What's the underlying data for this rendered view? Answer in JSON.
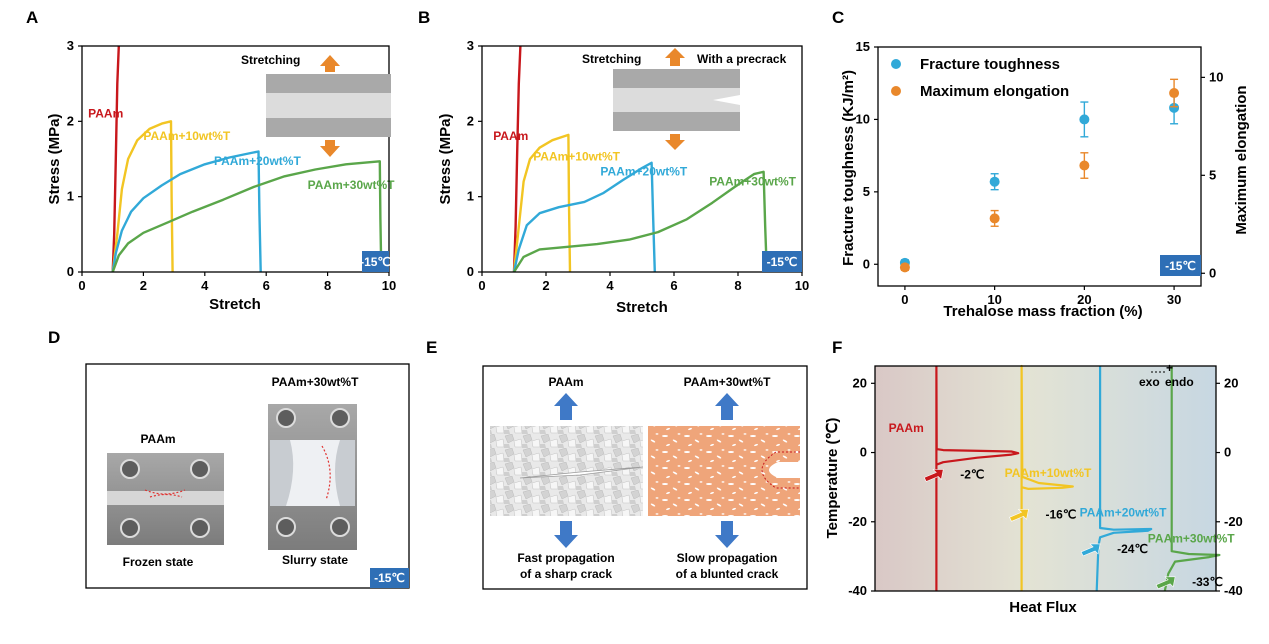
{
  "colors": {
    "paam": "#c8171c",
    "t10": "#f2c523",
    "t20": "#31a9d8",
    "t30": "#5aa64a",
    "badge": "#2e6fb6",
    "orange": "#e9882b",
    "arrow_blue": "#3f79c7"
  },
  "panels": {
    "A": "A",
    "B": "B",
    "C": "C",
    "D": "D",
    "E": "E",
    "F": "F"
  },
  "temp_badge": "-15℃",
  "panel_a": {
    "inset_label": "Stretching"
  },
  "panel_b": {
    "inset_label": "Stretching",
    "inset_label2": "With a precrack"
  },
  "panel_d": {
    "left_title": "PAAm",
    "right_title": "PAAm+30wt%T",
    "left_caption": "Frozen state",
    "right_caption": "Slurry state"
  },
  "panel_e": {
    "left_title": "PAAm",
    "right_title": "PAAm+30wt%T",
    "left_caption_1": "Fast propagation",
    "left_caption_2": "of a sharp crack",
    "right_caption_1": "Slow propagation",
    "right_caption_2": "of a blunted crack"
  },
  "chart_data": [
    {
      "id": "A",
      "type": "line",
      "xlabel": "Stretch",
      "ylabel": "Stress (MPa)",
      "xlim": [
        0,
        10
      ],
      "ylim": [
        0,
        3
      ],
      "xticks": [
        "0",
        "2",
        "4",
        "6",
        "8",
        "10"
      ],
      "yticks": [
        "0",
        "1",
        "2",
        "3"
      ],
      "series": [
        {
          "name": "PAAm",
          "color_key": "paam",
          "points": [
            [
              1.0,
              0
            ],
            [
              1.05,
              0.5
            ],
            [
              1.1,
              1.5
            ],
            [
              1.15,
              2.5
            ],
            [
              1.2,
              3.0
            ]
          ]
        },
        {
          "name": "PAAm+10wt%T",
          "color_key": "t10",
          "points": [
            [
              1.0,
              0
            ],
            [
              1.15,
              0.5
            ],
            [
              1.3,
              1.1
            ],
            [
              1.5,
              1.5
            ],
            [
              1.8,
              1.75
            ],
            [
              2.2,
              1.9
            ],
            [
              2.6,
              1.97
            ],
            [
              2.9,
              2.0
            ],
            [
              2.92,
              1.0
            ],
            [
              2.95,
              0
            ]
          ]
        },
        {
          "name": "PAAm+20wt%T",
          "color_key": "t20",
          "points": [
            [
              1.0,
              0
            ],
            [
              1.1,
              0.25
            ],
            [
              1.3,
              0.55
            ],
            [
              1.6,
              0.8
            ],
            [
              2.0,
              0.98
            ],
            [
              2.6,
              1.15
            ],
            [
              3.2,
              1.3
            ],
            [
              4.0,
              1.43
            ],
            [
              4.8,
              1.52
            ],
            [
              5.5,
              1.58
            ],
            [
              5.75,
              1.6
            ],
            [
              5.78,
              0.8
            ],
            [
              5.82,
              0
            ]
          ]
        },
        {
          "name": "PAAm+30wt%T",
          "color_key": "t30",
          "points": [
            [
              1.0,
              0
            ],
            [
              1.2,
              0.22
            ],
            [
              1.5,
              0.38
            ],
            [
              2.0,
              0.52
            ],
            [
              2.8,
              0.66
            ],
            [
              3.6,
              0.8
            ],
            [
              4.6,
              0.96
            ],
            [
              5.6,
              1.13
            ],
            [
              6.6,
              1.27
            ],
            [
              7.6,
              1.36
            ],
            [
              8.6,
              1.43
            ],
            [
              9.7,
              1.47
            ],
            [
              9.72,
              0.7
            ],
            [
              9.75,
              0
            ]
          ]
        }
      ],
      "labels": [
        {
          "text": "PAAm",
          "color_key": "paam",
          "x": 0.2,
          "y": 2.05
        },
        {
          "text": "PAAm+10wt%T",
          "color_key": "t10",
          "x": 2.0,
          "y": 1.75
        },
        {
          "text": "PAAm+20wt%T",
          "color_key": "t20",
          "x": 4.3,
          "y": 1.42
        },
        {
          "text": "PAAm+30wt%T",
          "color_key": "t30",
          "x": 7.35,
          "y": 1.1
        }
      ]
    },
    {
      "id": "B",
      "type": "line",
      "xlabel": "Stretch",
      "ylabel": "Stress (MPa)",
      "xlim": [
        0,
        10
      ],
      "ylim": [
        0,
        3
      ],
      "xticks": [
        "0",
        "2",
        "4",
        "6",
        "8",
        "10"
      ],
      "yticks": [
        "0",
        "1",
        "2",
        "3"
      ],
      "series": [
        {
          "name": "PAAm",
          "color_key": "paam",
          "points": [
            [
              1.0,
              0
            ],
            [
              1.05,
              0.6
            ],
            [
              1.1,
              1.6
            ],
            [
              1.15,
              2.5
            ],
            [
              1.2,
              3.0
            ]
          ]
        },
        {
          "name": "PAAm+10wt%T",
          "color_key": "t10",
          "points": [
            [
              1.0,
              0
            ],
            [
              1.15,
              0.6
            ],
            [
              1.3,
              1.2
            ],
            [
              1.5,
              1.5
            ],
            [
              1.8,
              1.65
            ],
            [
              2.2,
              1.75
            ],
            [
              2.7,
              1.82
            ],
            [
              2.72,
              0.9
            ],
            [
              2.75,
              0
            ]
          ]
        },
        {
          "name": "PAAm+20wt%T",
          "color_key": "t20",
          "points": [
            [
              1.0,
              0
            ],
            [
              1.15,
              0.3
            ],
            [
              1.4,
              0.62
            ],
            [
              1.8,
              0.78
            ],
            [
              2.4,
              0.86
            ],
            [
              3.2,
              0.93
            ],
            [
              3.8,
              1.05
            ],
            [
              4.4,
              1.22
            ],
            [
              5.0,
              1.38
            ],
            [
              5.3,
              1.45
            ],
            [
              5.35,
              0.7
            ],
            [
              5.4,
              0
            ]
          ]
        },
        {
          "name": "PAAm+30wt%T",
          "color_key": "t30",
          "points": [
            [
              1.0,
              0
            ],
            [
              1.3,
              0.2
            ],
            [
              1.8,
              0.3
            ],
            [
              2.6,
              0.33
            ],
            [
              3.6,
              0.37
            ],
            [
              4.6,
              0.43
            ],
            [
              5.5,
              0.53
            ],
            [
              6.4,
              0.7
            ],
            [
              7.2,
              0.92
            ],
            [
              7.9,
              1.13
            ],
            [
              8.5,
              1.3
            ],
            [
              8.8,
              1.33
            ],
            [
              8.85,
              0.6
            ],
            [
              8.9,
              0
            ]
          ]
        }
      ],
      "labels": [
        {
          "text": "PAAm",
          "color_key": "paam",
          "x": 0.35,
          "y": 1.75
        },
        {
          "text": "PAAm+10wt%T",
          "color_key": "t10",
          "x": 1.6,
          "y": 1.48
        },
        {
          "text": "PAAm+20wt%T",
          "color_key": "t20",
          "x": 3.7,
          "y": 1.28
        },
        {
          "text": "PAAm+30wt%T",
          "color_key": "t30",
          "x": 7.1,
          "y": 1.15
        }
      ]
    },
    {
      "id": "C",
      "type": "scatter",
      "xlabel": "Trehalose mass fraction (%)",
      "ylabel": "Fracture toughness (KJ/m²)",
      "y2label": "Maximum elongation",
      "xlim": [
        -3,
        33
      ],
      "ylim": [
        -1.5,
        15
      ],
      "y2lim": [
        -0.65,
        11.55
      ],
      "xticks": [
        "0",
        "10",
        "20",
        "30"
      ],
      "yticks": [
        "0",
        "5",
        "10",
        "15"
      ],
      "y2ticks": [
        "0",
        "5",
        "10"
      ],
      "legend": "top-left",
      "series": [
        {
          "name": "Fracture toughness",
          "color_key": "t20",
          "axis": "left",
          "x": [
            0,
            10,
            20,
            30
          ],
          "y": [
            0.1,
            5.7,
            10.0,
            10.8
          ],
          "err": [
            0.2,
            0.55,
            1.2,
            1.1
          ]
        },
        {
          "name": "Maximum elongation",
          "color_key": "orange",
          "axis": "right",
          "x": [
            0,
            10,
            20,
            30
          ],
          "y": [
            0.3,
            2.8,
            5.5,
            9.2
          ],
          "err": [
            0.15,
            0.4,
            0.65,
            0.7
          ]
        }
      ]
    },
    {
      "id": "F",
      "type": "line",
      "xlabel": "Heat Flux",
      "ylabel": "Temperature (℃)",
      "ylim": [
        -40,
        25
      ],
      "yticks": [
        "20",
        "0",
        "-20",
        "-40"
      ],
      "y2ticks": [
        "20",
        "0",
        "-20",
        "-40"
      ],
      "exo_label": "exo",
      "endo_label": "endo",
      "series": [
        {
          "name": "PAAm",
          "color_key": "paam",
          "points": [
            [
              0.18,
              25
            ],
            [
              0.18,
              -3.5
            ],
            [
              0.2,
              -2.8
            ],
            [
              0.3,
              -1.5
            ],
            [
              0.4,
              -0.6
            ],
            [
              0.42,
              -0.2
            ],
            [
              0.4,
              0.3
            ],
            [
              0.2,
              0.7
            ],
            [
              0.181,
              1
            ],
            [
              0.18,
              24
            ],
            [
              0.18,
              -40
            ]
          ]
        },
        {
          "name": "PAAm+10wt%T",
          "color_key": "t10",
          "points": [
            [
              0.43,
              25
            ],
            [
              0.43,
              -10
            ],
            [
              0.45,
              -10.5
            ],
            [
              0.55,
              -10.2
            ],
            [
              0.58,
              -9.8
            ],
            [
              0.48,
              -8.8
            ],
            [
              0.432,
              -7
            ],
            [
              0.43,
              25
            ],
            [
              0.43,
              -40
            ]
          ]
        },
        {
          "name": "PAAm+20wt%T",
          "color_key": "t20",
          "points": [
            [
              0.66,
              25
            ],
            [
              0.66,
              -21.8
            ],
            [
              0.7,
              -22.3
            ],
            [
              0.81,
              -22.1
            ],
            [
              0.8,
              -22.6
            ],
            [
              0.7,
              -23.2
            ],
            [
              0.66,
              -24.5
            ],
            [
              0.655,
              -27
            ],
            [
              0.65,
              -40
            ]
          ]
        },
        {
          "name": "PAAm+30wt%T",
          "color_key": "t30",
          "points": [
            [
              0.87,
              25
            ],
            [
              0.87,
              -28.5
            ],
            [
              0.92,
              -29.3
            ],
            [
              1.01,
              -29.6
            ],
            [
              0.98,
              -30.2
            ],
            [
              0.88,
              -31.5
            ],
            [
              0.86,
              -35
            ],
            [
              0.85,
              -40
            ]
          ]
        }
      ],
      "labels": [
        {
          "text": "PAAm",
          "color_key": "paam",
          "x": 0.04,
          "y": 6
        },
        {
          "text": "PAAm+10wt%T",
          "color_key": "t10",
          "x": 0.38,
          "y": -7
        },
        {
          "text": "PAAm+20wt%T",
          "color_key": "t20",
          "x": 0.6,
          "y": -18.5
        },
        {
          "text": "PAAm+30wt%T",
          "color_key": "t30",
          "x": 0.8,
          "y": -26
        }
      ],
      "annotations": [
        {
          "text": "-2℃",
          "x": 0.25,
          "y": -7.5,
          "arrow_color_key": "paam"
        },
        {
          "text": "-16℃",
          "x": 0.5,
          "y": -19,
          "arrow_color_key": "t10"
        },
        {
          "text": "-24℃",
          "x": 0.71,
          "y": -29,
          "arrow_color_key": "t20"
        },
        {
          "text": "-33℃",
          "x": 0.93,
          "y": -38.5,
          "arrow_color_key": "t30"
        }
      ]
    }
  ]
}
